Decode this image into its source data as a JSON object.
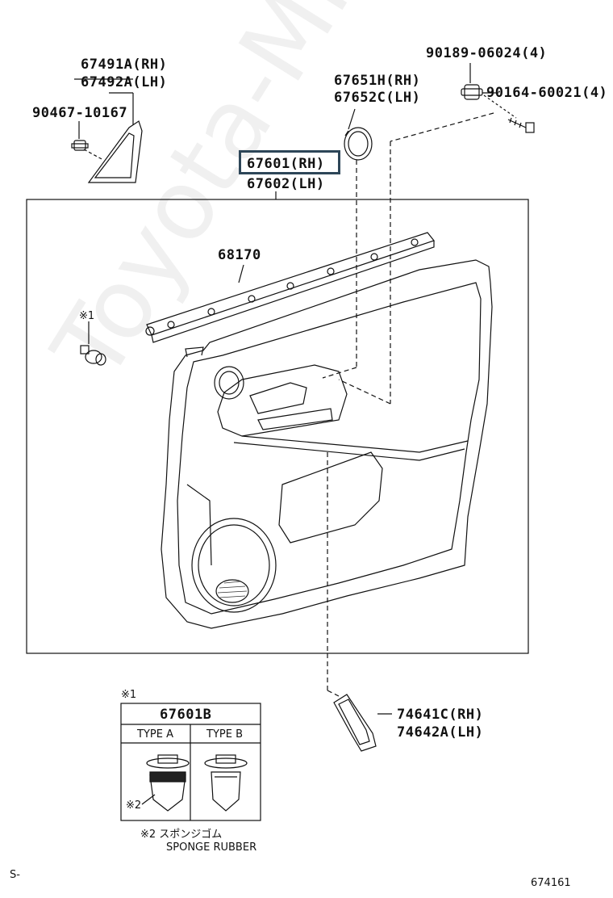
{
  "parts": {
    "corner_trim_rh": "67491A(RH)",
    "corner_trim_lh": "67492A(LH)",
    "corner_screw": "90467-10167",
    "bezel_rh": "67651H(RH)",
    "bezel_lh": "67652C(LH)",
    "clip_nut": "90189-06024(4)",
    "screw": "90164-60021(4)",
    "panel_rh": "67601(RH)",
    "panel_lh": "67602(LH)",
    "weatherstrip": "68170",
    "clip_note": "※1",
    "pull_handle_rh": "74641C(RH)",
    "pull_handle_lh": "74642A(LH)"
  },
  "clip_box": {
    "note": "※1",
    "title": "67601B",
    "type_a": "TYPE A",
    "type_b": "TYPE B",
    "sponge_note": "※2",
    "footnote_jp": "※2 スポンジゴム",
    "footnote_en": "SPONGE RUBBER"
  },
  "footer": {
    "left": "S-",
    "right": "674161"
  },
  "watermark": "Toyota-Mine.ru"
}
